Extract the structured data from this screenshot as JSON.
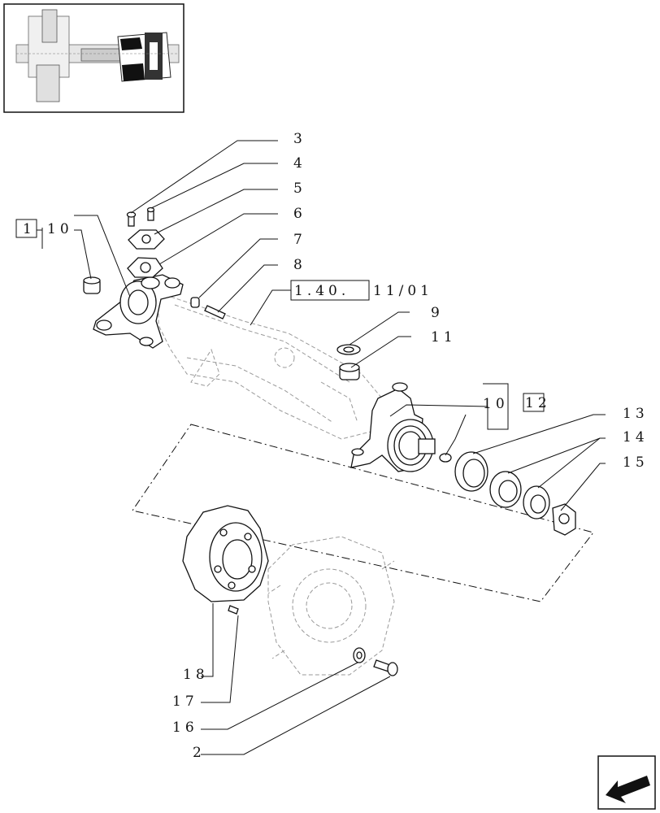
{
  "callouts": {
    "c3": "3",
    "c4": "4",
    "c5": "5",
    "c6": "6",
    "c7": "7",
    "c8": "8",
    "c9": "9",
    "c11": "11",
    "c13": "13",
    "c14": "14",
    "c15": "15",
    "c18": "18",
    "c17": "17",
    "c16": "16",
    "c2": "2"
  },
  "references": {
    "left_box": "1",
    "left_num": "10",
    "ref_box": "1.40.",
    "ref_tail": "11/01",
    "right_num": "10",
    "right_box": "12"
  },
  "icons": {
    "thumbnail": "axle-overview-thumbnail",
    "nav": "previous-page-arrow-icon"
  }
}
